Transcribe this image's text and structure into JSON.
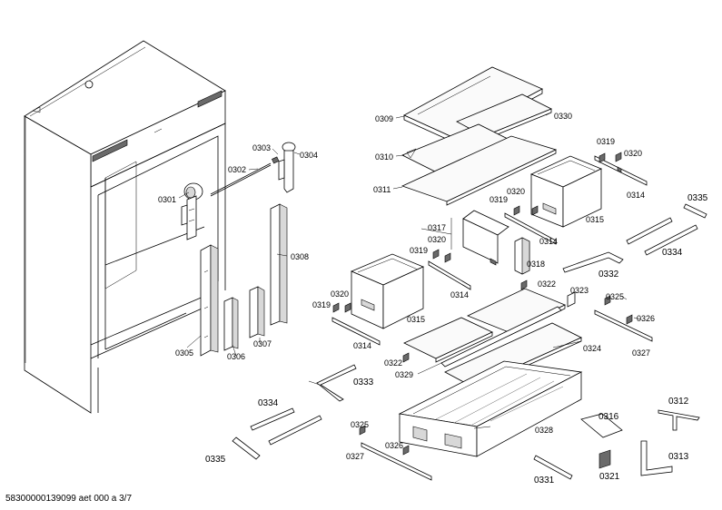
{
  "labels": {
    "p0301": "0301",
    "p0302": "0302",
    "p0303": "0303",
    "p0304": "0304",
    "p0305": "0305",
    "p0306": "0306",
    "p0307": "0307",
    "p0308": "0308",
    "p0309": "0309",
    "p0310": "0310",
    "p0311": "0311",
    "p0312": "0312",
    "p0313": "0313",
    "p0314a": "0314",
    "p0314b": "0314",
    "p0314c": "0314",
    "p0314d": "0314",
    "p0315a": "0315",
    "p0315b": "0315",
    "p0316": "0316",
    "p0317": "0317",
    "p0318": "0318",
    "p0319a": "0319",
    "p0319b": "0319",
    "p0319c": "0319",
    "p0319d": "0319",
    "p0320a": "0320",
    "p0320b": "0320",
    "p0320c": "0320",
    "p0320d": "0320",
    "p0321": "0321",
    "p0322a": "0322",
    "p0322b": "0322",
    "p0323": "0323",
    "p0324": "0324",
    "p0325a": "0325",
    "p0325b": "0325",
    "p0326a": "0326",
    "p0326b": "0326",
    "p0327a": "0327",
    "p0327b": "0327",
    "p0328": "0328",
    "p0329": "0329",
    "p0330": "0330",
    "p0331": "0331",
    "p0332": "0332",
    "p0333": "0333",
    "p0334a": "0334",
    "p0334b": "0334",
    "p0335a": "0335",
    "p0335b": "0335"
  },
  "footer": "58300000139099 aet 000 a 3/7"
}
